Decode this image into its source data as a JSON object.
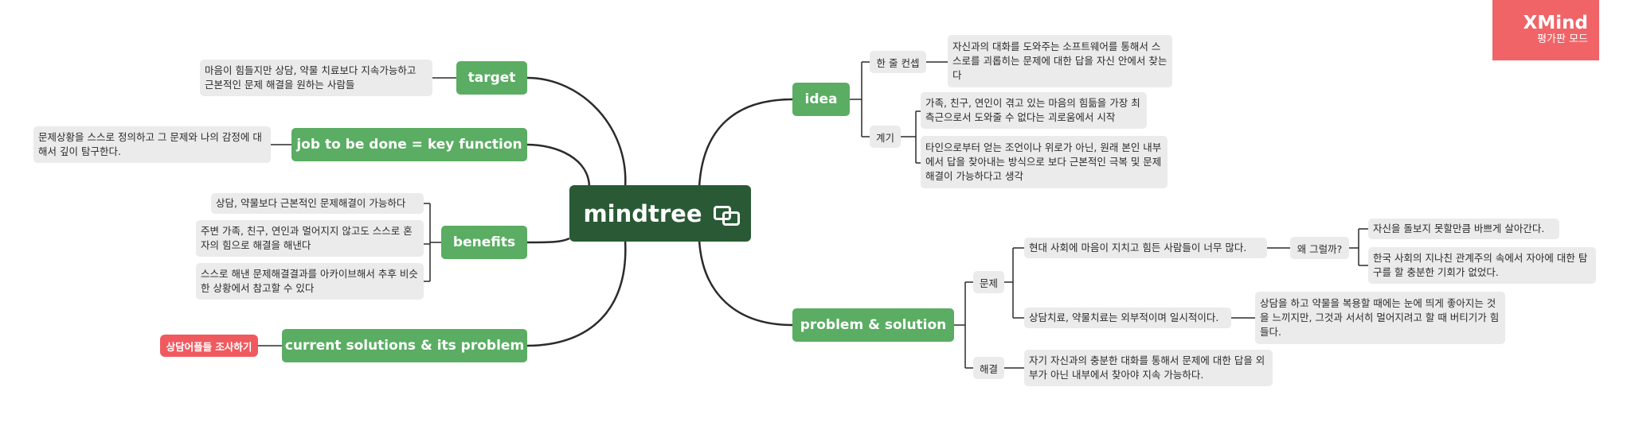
{
  "brand": {
    "name": "XMind",
    "mode": "평가판 모드"
  },
  "central": "mindtree",
  "left": {
    "target": {
      "label": "target",
      "items": [
        "마음이 힘들지만 상담, 약물 치료보다 지속가능하고 근본적인 문제 해결을 원하는 사람들"
      ]
    },
    "job": {
      "label": "job to be done = key function",
      "items": [
        "문제상황을 스스로 정의하고 그 문제와 나의 감정에 대해서 깊이 탐구한다."
      ]
    },
    "benefits": {
      "label": "benefits",
      "items": [
        "상담, 약물보다 근본적인 문제해결이 가능하다",
        "주변 가족, 친구, 연인과 멀어지지 않고도 스스로 혼자의 힘으로 해결을 해낸다",
        "스스로 해낸 문제해결결과를 아카이브해서 추후 비슷한 상황에서 참고할 수 있다"
      ]
    },
    "current": {
      "label": "current solutions & its problem",
      "items": [
        "상담어플들 조사하기"
      ]
    }
  },
  "right": {
    "idea": {
      "label": "idea",
      "oneline": {
        "label": "한 줄 컨셉",
        "text": "자신과의 대화를 도와주는 소프트웨어를 통해서 스스로를 괴롭히는 문제에 대한 답을 자신 안에서 찾는다"
      },
      "motive": {
        "label": "계기",
        "items": [
          "가족, 친구, 연인이 겪고 있는 마음의 힘듦을 가장 최측근으로서 도와줄 수 없다는 괴로움에서 시작",
          "타인으로부터 얻는 조언이나 위로가 아닌, 원래 본인 내부에서 답을 찾아내는 방식으로 보다 근본적인 극복 및 문제해결이 가능하다고 생각"
        ]
      }
    },
    "problem": {
      "label": "problem & solution",
      "issue": {
        "label": "문제",
        "p1": "현대 사회에 마음이 지치고 힘든 사람들이 너무 많다.",
        "why": "왜 그럴까?",
        "reasons": [
          "자신을 돌보지 못할만큼 바쁘게 살아간다.",
          "한국 사회의 지나친 관계주의 속에서 자아에 대한 탐구를 할 충분한 기회가 없었다."
        ],
        "p2": "상담치료, 약물치료는 외부적이며 일시적이다.",
        "p2detail": "상담을 하고 약물을 복용할 때에는 눈에 띄게 좋아지는 것을 느끼지만, 그것과 서서히 멀어지려고 할 때 버티기가 힘들다."
      },
      "solution": {
        "label": "해결",
        "text": "자기 자신과의 충분한 대화를 통해서 문제에 대한 답을 외부가 아닌 내부에서 찾아야 지속 가능하다."
      }
    }
  },
  "colors": {
    "central": "#2a5a35",
    "main": "#5aad63",
    "leaf": "#ebebeb",
    "alert": "#f05a5f",
    "brand": "#f06468",
    "line": "#2b2b2b"
  }
}
